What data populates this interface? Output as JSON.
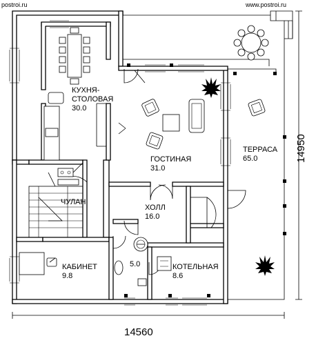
{
  "watermark_left": "postroi.ru",
  "watermark_right": "www.postroi.ru",
  "rooms": {
    "kitchen": {
      "name_line1": "КУХНЯ-",
      "name_line2": "СТОЛОВАЯ",
      "area": "30.0"
    },
    "living": {
      "name": "ГОСТИНАЯ",
      "area": "31.0"
    },
    "terrace": {
      "name": "ТЕРРАСА",
      "area": "65.0"
    },
    "pantry": {
      "name": "ЧУЛАН"
    },
    "hall": {
      "name": "ХОЛЛ",
      "area": "16.0"
    },
    "study": {
      "name": "КАБИНЕТ",
      "area": "9.8"
    },
    "bath": {
      "area": "5.0"
    },
    "boiler": {
      "name": "КОТЕЛЬНАЯ",
      "area": "8.6"
    }
  },
  "dimensions": {
    "width": "14560",
    "height": "14950"
  },
  "colors": {
    "line": "#000000",
    "background": "#ffffff"
  },
  "icons": [
    "plant-icon",
    "armchair-icon",
    "sofa-icon",
    "table-icon",
    "bathtub-icon",
    "toilet-icon",
    "stove-icon"
  ]
}
